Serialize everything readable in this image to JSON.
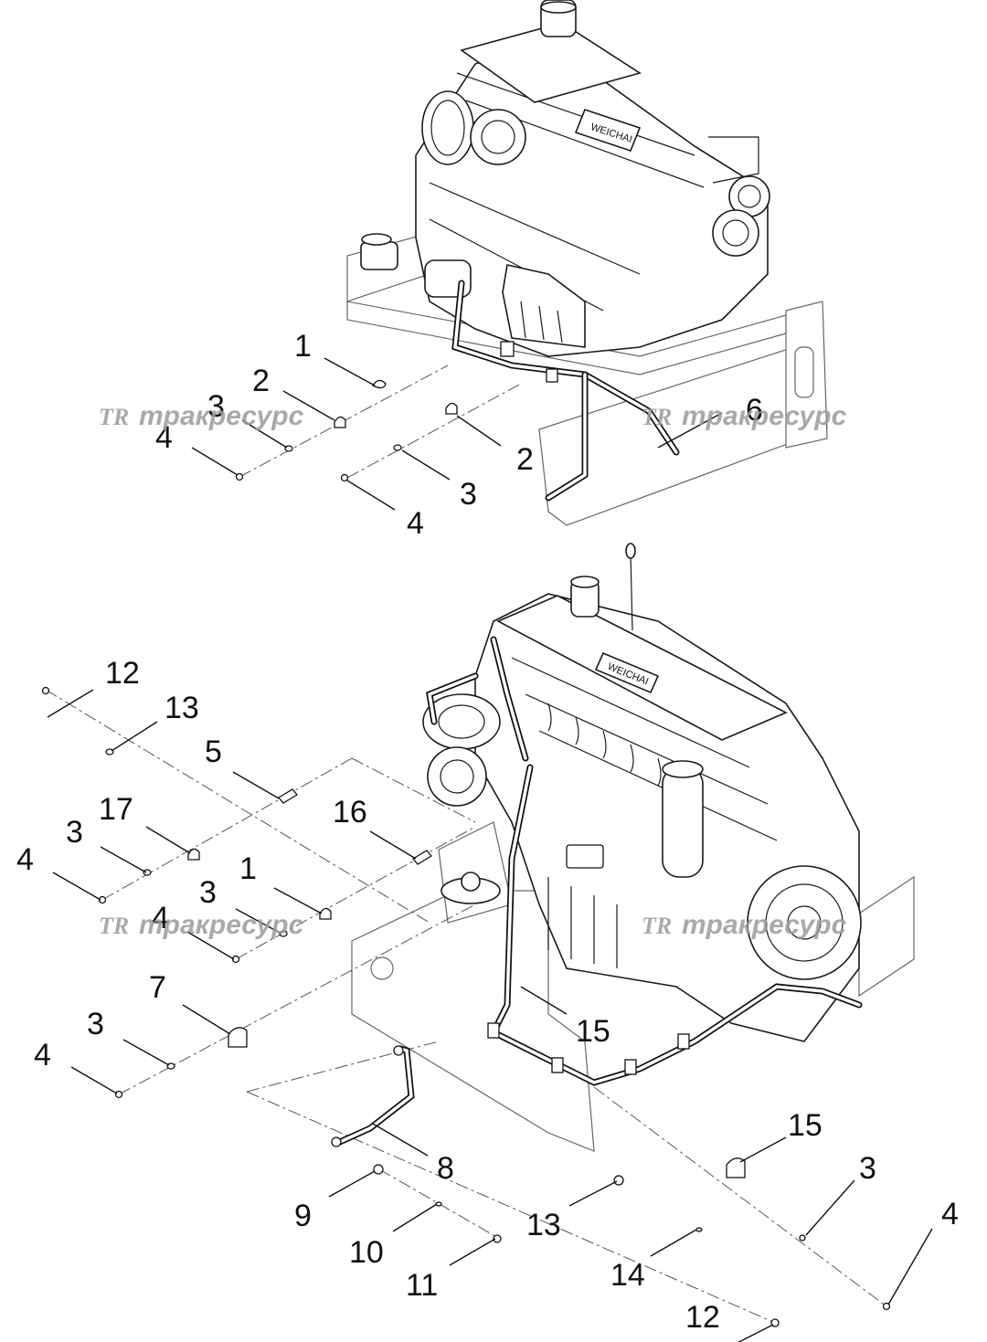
{
  "watermark": {
    "logo": "TR",
    "text": "тракресурс"
  },
  "brand_plate": "WEICHAI",
  "upper_view": {
    "callouts": [
      "1",
      "2",
      "3",
      "4",
      "2",
      "3",
      "4",
      "6"
    ]
  },
  "lower_view": {
    "callouts": [
      "12",
      "13",
      "5",
      "17",
      "3",
      "4",
      "16",
      "1",
      "3",
      "4",
      "7",
      "3",
      "4",
      "15",
      "8",
      "9",
      "10",
      "11",
      "13",
      "14",
      "12",
      "15",
      "3",
      "4"
    ]
  }
}
